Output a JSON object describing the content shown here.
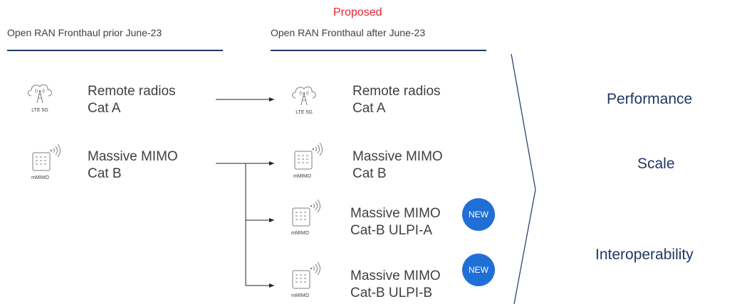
{
  "headers": {
    "left": "Open RAN Fronthaul prior June-23",
    "proposed": "Proposed",
    "right": "Open RAN Fronthaul after June-23"
  },
  "left_column": [
    {
      "icon": "cell-tower-cloud-icon",
      "icon_caption": "LTE 5G",
      "line1": "Remote radios",
      "line2": "Cat A"
    },
    {
      "icon": "mmimo-antenna-icon",
      "icon_caption": "mMIMO",
      "line1": "Massive MIMO",
      "line2": "Cat B"
    }
  ],
  "right_column": [
    {
      "icon": "cell-tower-cloud-icon",
      "icon_caption": "LTE 5G",
      "line1": "Remote radios",
      "line2": "Cat A"
    },
    {
      "icon": "mmimo-antenna-icon",
      "icon_caption": "mMIMO",
      "line1": "Massive MIMO",
      "line2": "Cat B"
    },
    {
      "icon": "mmimo-antenna-icon",
      "icon_caption": "mMIMO",
      "line1": "Massive MIMO",
      "line2": "Cat-B ULPI-A",
      "badge": "NEW"
    },
    {
      "icon": "mmimo-antenna-icon",
      "icon_caption": "mMIMO",
      "line1": "Massive MIMO",
      "line2": "Cat-B ULPI-B",
      "badge": "NEW"
    }
  ],
  "benefits": [
    "Performance",
    "Scale",
    "Interoperability"
  ],
  "colors": {
    "accent_red": "#e8232a",
    "navy": "#1f3864",
    "badge_blue": "#1f6fd6",
    "text_gray": "#404040"
  }
}
